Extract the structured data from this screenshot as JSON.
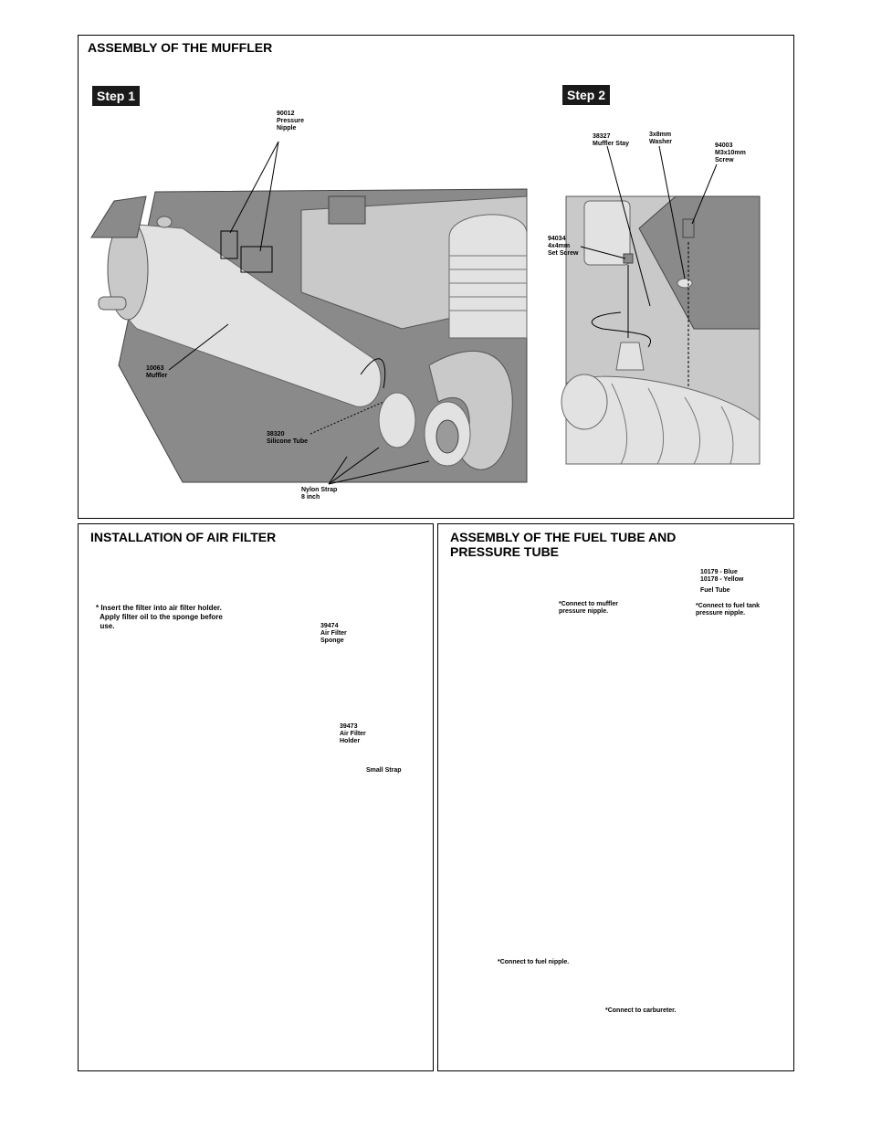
{
  "muffler": {
    "title": "ASSEMBLY OF THE MUFFLER",
    "step1": "Step 1",
    "step2": "Step 2",
    "labels": {
      "pressure_nipple": "90012\nPressure\nNipple",
      "muffler": "10063\nMuffler",
      "silicone_tube": "38320\nSilicone Tube",
      "nylon_strap": "Nylon Strap\n8 inch",
      "muffler_stay": "38327\nMuffler Stay",
      "washer": "3x8mm\nWasher",
      "screw": "94003\nM3x10mm\nScrew",
      "set_screw": "94034\n4x4mm\nSet Screw"
    }
  },
  "air_filter": {
    "title": "INSTALLATION OF AIR FILTER",
    "note": "* Insert the filter into air filter holder.\n  Apply filter oil to the sponge before\n  use.",
    "labels": {
      "sponge": "39474\nAir Filter\nSponge",
      "holder": "39473\nAir Filter\nHolder",
      "small_strap": "Small Strap"
    }
  },
  "fuel_tube": {
    "title_line1": "ASSEMBLY OF THE FUEL TUBE AND",
    "title_line2": "PRESSURE TUBE",
    "labels": {
      "part_numbers": "10179 - Blue\n10178 - Yellow",
      "fuel_tube": "Fuel Tube",
      "muffler_nipple": "*Connect to muffler\npressure nipple.",
      "tank_nipple": "*Connect to fuel tank\npressure nipple.",
      "fuel_nipple": "*Connect to fuel nipple.",
      "carburetor": "*Connect  to carbureter."
    }
  }
}
